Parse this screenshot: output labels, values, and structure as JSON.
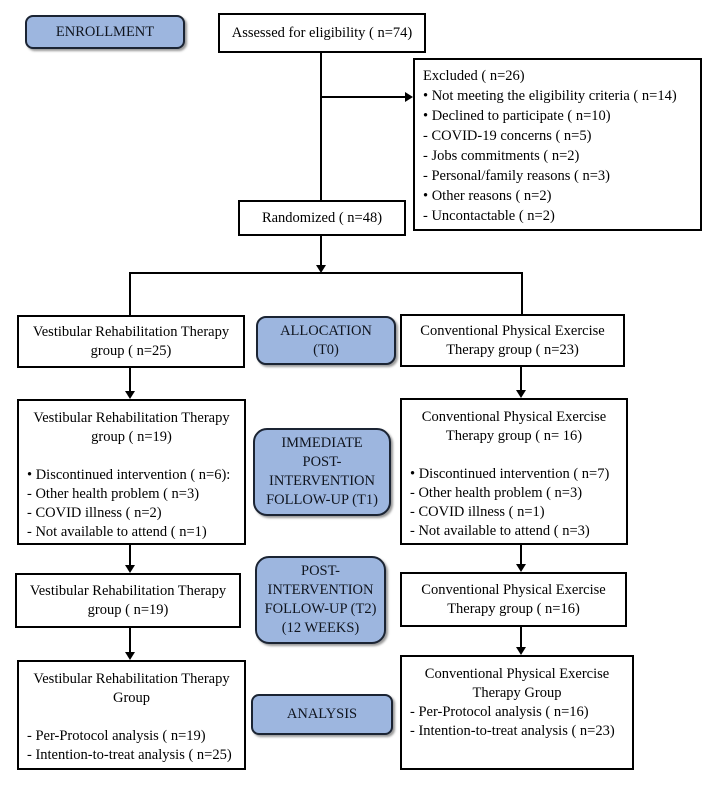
{
  "palette": {
    "stage_fill": "#9DB6DF",
    "stage_border": "#1B2433",
    "box_border": "#000000",
    "arrow": "#000000",
    "bg": "#FFFFFF"
  },
  "stages": {
    "enrollment": {
      "label": "ENROLLMENT"
    },
    "allocation": {
      "lines": [
        "ALLOCATION",
        "(T0)"
      ]
    },
    "t1": {
      "lines": [
        "IMMEDIATE",
        "POST-",
        "INTERVENTION",
        "FOLLOW-UP (T1)"
      ]
    },
    "t2": {
      "lines": [
        "POST-",
        "INTERVENTION",
        "FOLLOW-UP (T2)",
        "(12 WEEKS)"
      ]
    },
    "analysis": {
      "label": "ANALYSIS"
    }
  },
  "boxes": {
    "assessed": {
      "text": "Assessed for eligibility ( n=74)"
    },
    "excluded": {
      "title": "Excluded ( n=26)",
      "items": [
        "• Not meeting the eligibility criteria ( n=14)",
        "• Declined to participate ( n=10)",
        "- COVID-19 concerns ( n=5)",
        "- Jobs commitments ( n=2)",
        "- Personal/family reasons ( n=3)",
        "• Other reasons ( n=2)",
        "- Uncontactable ( n=2)"
      ]
    },
    "randomized": {
      "text": "Randomized ( n=48)"
    },
    "alloc_left": {
      "lines": [
        "Vestibular Rehabilitation Therapy",
        "group ( n=25)"
      ]
    },
    "alloc_right": {
      "lines": [
        "Conventional Physical Exercise",
        "Therapy group ( n=23)"
      ]
    },
    "t1_left": {
      "title_lines": [
        "Vestibular Rehabilitation Therapy",
        "group ( n=19)"
      ],
      "items": [
        "• Discontinued intervention ( n=6):",
        "- Other health problem ( n=3)",
        "- COVID illness ( n=2)",
        "- Not available to attend ( n=1)"
      ]
    },
    "t1_right": {
      "title_lines": [
        "Conventional Physical Exercise",
        "Therapy group ( n= 16)"
      ],
      "items": [
        "• Discontinued intervention ( n=7)",
        "- Other health problem ( n=3)",
        "- COVID illness ( n=1)",
        "- Not available to attend ( n=3)"
      ]
    },
    "t2_left": {
      "lines": [
        "Vestibular Rehabilitation Therapy",
        "group ( n=19)"
      ]
    },
    "t2_right": {
      "lines": [
        "Conventional Physical Exercise",
        "Therapy group ( n=16)"
      ]
    },
    "analysis_left": {
      "title_lines": [
        "Vestibular Rehabilitation Therapy",
        "Group"
      ],
      "items": [
        "- Per-Protocol analysis ( n=19)",
        "- Intention-to-treat analysis ( n=25)"
      ]
    },
    "analysis_right": {
      "title_lines": [
        "Conventional Physical Exercise",
        "Therapy Group"
      ],
      "items": [
        "- Per-Protocol analysis ( n=16)",
        "- Intention-to-treat analysis ( n=23)"
      ]
    }
  }
}
